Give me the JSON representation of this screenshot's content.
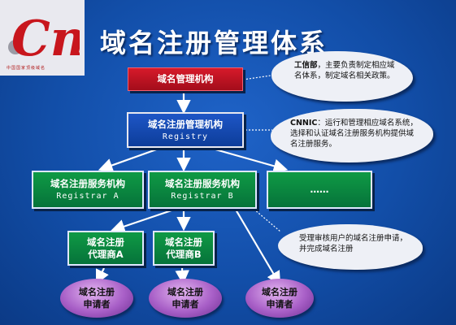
{
  "logo": {
    "text": "Cn",
    "subtitle": "中国国家顶级域名"
  },
  "title": "域名注册管理体系",
  "org_top": {
    "label": "域名管理机构"
  },
  "registry": {
    "label": "域名注册管理机构",
    "sub": "Registry"
  },
  "registrars": [
    {
      "label": "域名注册服务机构",
      "sub": "Registrar A"
    },
    {
      "label": "域名注册服务机构",
      "sub": "Registrar B"
    },
    {
      "label": "……",
      "sub": ""
    }
  ],
  "agents": [
    {
      "line1": "域名注册",
      "line2": "代理商A"
    },
    {
      "line1": "域名注册",
      "line2": "代理商B"
    }
  ],
  "applicants": [
    {
      "line1": "域名注册",
      "line2": "申请者"
    },
    {
      "line1": "域名注册",
      "line2": "申请者"
    },
    {
      "line1": "域名注册",
      "line2": "申请者"
    }
  ],
  "notes": {
    "miit_bold": "工信部",
    "miit_text": "，主要负责制定相应域名体系，制定域名相关政策。",
    "cnnic_bold": "CNNIC",
    "cnnic_text": "：运行和管理相应域名系统，选择和认证域名注册服务机构提供域名注册服务。",
    "registrar_text": "受理审核用户的域名注册申请，并完成域名注册"
  }
}
